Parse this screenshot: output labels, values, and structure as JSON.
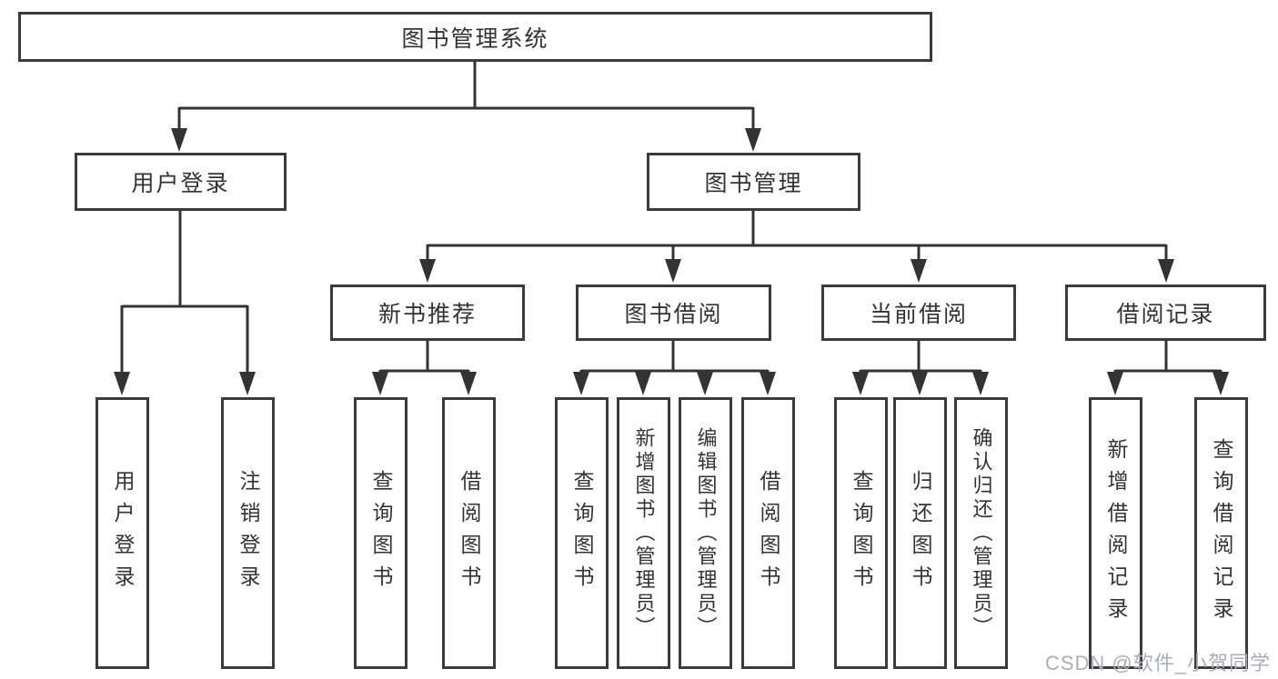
{
  "colors": {
    "line": "#333333",
    "box_border": "#3b3b3b",
    "box_fill": "#ffffff",
    "text": "#333333",
    "watermark": "#a9aeb8",
    "background": "#ffffff"
  },
  "watermark": {
    "text": "CSDN @软件_小贺同学"
  },
  "tree": {
    "root": {
      "label": "图书管理系统",
      "children": [
        {
          "label": "用户登录",
          "children": [
            {
              "label": "用户登录"
            },
            {
              "label": "注销登录"
            }
          ]
        },
        {
          "label": "图书管理",
          "children": [
            {
              "label": "新书推荐",
              "children": [
                {
                  "label": "查询图书"
                },
                {
                  "label": "借阅图书"
                }
              ]
            },
            {
              "label": "图书借阅",
              "children": [
                {
                  "label": "查询图书"
                },
                {
                  "label": "新增图书（管理员）"
                },
                {
                  "label": "编辑图书（管理员）"
                },
                {
                  "label": "借阅图书"
                }
              ]
            },
            {
              "label": "当前借阅",
              "children": [
                {
                  "label": "查询图书"
                },
                {
                  "label": "归还图书"
                },
                {
                  "label": "确认归还（管理员）"
                }
              ]
            },
            {
              "label": "借阅记录",
              "children": [
                {
                  "label": "新增借阅记录"
                },
                {
                  "label": "查询借阅记录"
                }
              ]
            }
          ]
        }
      ]
    }
  }
}
